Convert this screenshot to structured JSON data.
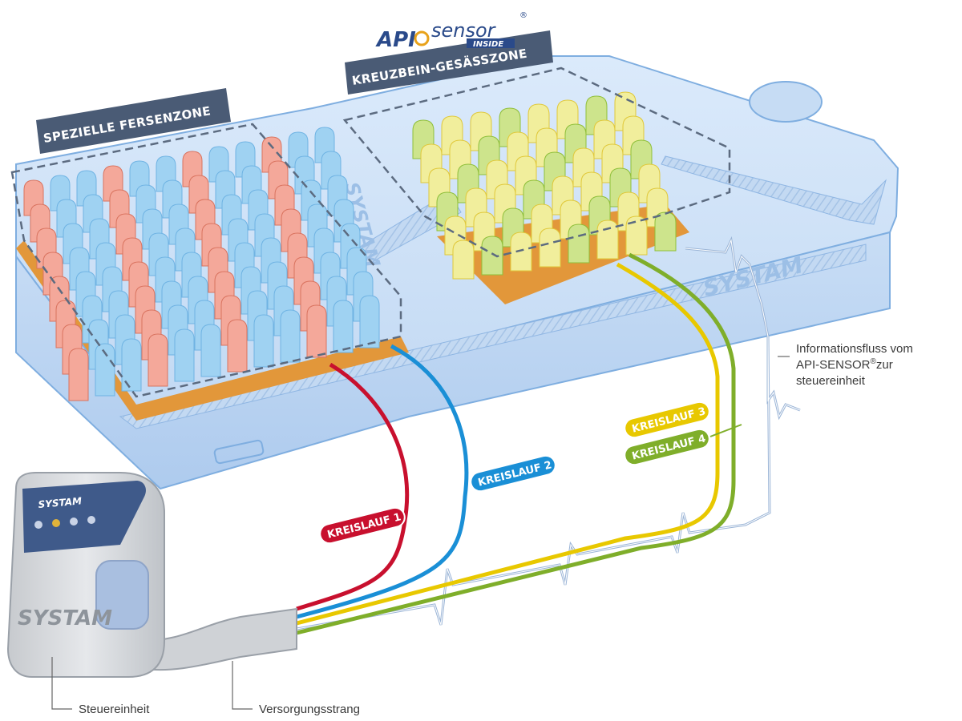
{
  "logo": {
    "api": "API",
    "sensor": "sensor",
    "registered": "®",
    "inside": "INSIDE"
  },
  "zones": {
    "heel": "SPEZIELLE FERSENZONE",
    "sacrum": "KREUZBEIN-GESÄSSZONE"
  },
  "circuits": [
    {
      "label": "KREISLAUF 1",
      "color": "#c8102e"
    },
    {
      "label": "KREISLAUF 2",
      "color": "#1a8fd6"
    },
    {
      "label": "KREISLAUF 3",
      "color": "#e8c800"
    },
    {
      "label": "KREISLAUF 4",
      "color": "#7fae2a"
    }
  ],
  "callouts": {
    "info_line1": "Informationsfluss vom",
    "info_line2_prefix": "API-SENSOR",
    "info_line2_reg": "®",
    "info_line2_suffix": "zur",
    "info_line3": "steuereinheit",
    "control_unit": "Steuereinheit",
    "supply_line": "Versorgungsstrang"
  },
  "brand": {
    "mattress": "SYSTAM",
    "unit": "SYSTAM",
    "unit_top": "SYSTAM"
  },
  "colors": {
    "mattress": "#cfe2f7",
    "mattress_edge": "#7faee0",
    "zone_tag": "#4a5b75",
    "heel_cell": "#f4a89a",
    "air_cell": "#9fd2f2",
    "sacrum_cell": "#f1ee9c",
    "sacrum_cell_green": "#cde48c",
    "base_plate": "#e2973a",
    "sensor_wire": "#9ab4d6",
    "unit_body": "#d7d9dd"
  }
}
